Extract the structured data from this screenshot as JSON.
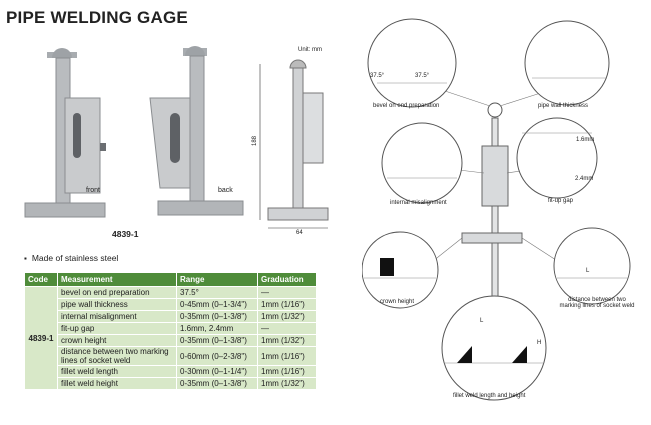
{
  "title": "PIPE WELDING GAGE",
  "photo_labels": {
    "front": "front",
    "back": "back",
    "model": "4839-1"
  },
  "dim_drawing": {
    "unit": "Unit: mm",
    "height": "188",
    "width": "64"
  },
  "bullet": "Made of stainless steel",
  "table": {
    "headers": [
      "Code",
      "Measurement",
      "Range",
      "Graduation"
    ],
    "code": "4839-1",
    "rows": [
      [
        "bevel on end preparation",
        "37.5°",
        "—"
      ],
      [
        "pipe wall thickness",
        "0-45mm (0–1-3/4\")",
        "1mm (1/16\")"
      ],
      [
        "internal misalignment",
        "0-35mm (0–1-3/8\")",
        "1mm (1/32\")"
      ],
      [
        "fit-up gap",
        "1.6mm, 2.4mm",
        "—"
      ],
      [
        "crown height",
        "0-35mm (0–1-3/8\")",
        "1mm (1/32\")"
      ],
      [
        "distance between two marking lines of socket weld",
        "0-60mm (0–2-3/8\")",
        "1mm (1/16\")"
      ],
      [
        "fillet weld length",
        "0-30mm (0–1-1/4\")",
        "1mm (1/16\")"
      ],
      [
        "fillet weld height",
        "0-35mm (0–1-3/8\")",
        "1mm (1/32\")"
      ]
    ]
  },
  "diagram_labels": {
    "bevel": "bevel on end preparation",
    "bevel_angle_left": "37.5°",
    "bevel_angle_right": "37.5°",
    "wall": "pipe wall thickness",
    "misalign": "internal misalignment",
    "gap": "fit-up gap",
    "gap_a": "1.6mm",
    "gap_b": "2.4mm",
    "crown": "crown height",
    "socket": "distance between two marking lines of socket weld",
    "fillet": "fillet weld length and height",
    "fillet_l": "L",
    "fillet_h": "H",
    "socket_l": "L"
  }
}
